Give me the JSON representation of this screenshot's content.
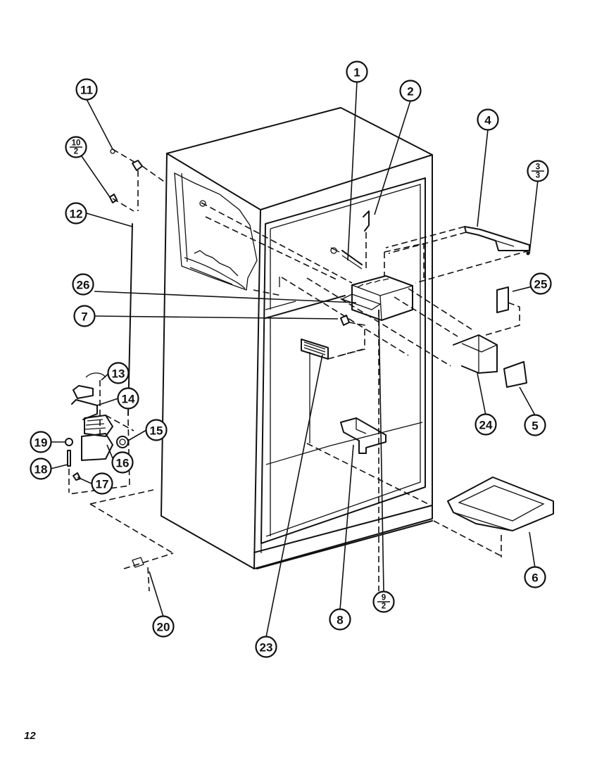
{
  "page_number": "12",
  "callouts": [
    {
      "id": "c1",
      "label": "1"
    },
    {
      "id": "c2",
      "label": "2"
    },
    {
      "id": "c3",
      "label": "3",
      "denominator": "3"
    },
    {
      "id": "c4",
      "label": "4"
    },
    {
      "id": "c5",
      "label": "5"
    },
    {
      "id": "c6",
      "label": "6"
    },
    {
      "id": "c7",
      "label": "7"
    },
    {
      "id": "c8",
      "label": "8"
    },
    {
      "id": "c9",
      "label": "9",
      "denominator": "2"
    },
    {
      "id": "c10",
      "label": "10",
      "denominator": "2"
    },
    {
      "id": "c11",
      "label": "11"
    },
    {
      "id": "c12",
      "label": "12"
    },
    {
      "id": "c13",
      "label": "13"
    },
    {
      "id": "c14",
      "label": "14"
    },
    {
      "id": "c15",
      "label": "15"
    },
    {
      "id": "c16",
      "label": "16"
    },
    {
      "id": "c17",
      "label": "17"
    },
    {
      "id": "c18",
      "label": "18"
    },
    {
      "id": "c19",
      "label": "19"
    },
    {
      "id": "c20",
      "label": "20"
    },
    {
      "id": "c23",
      "label": "23"
    },
    {
      "id": "c24",
      "label": "24"
    },
    {
      "id": "c25",
      "label": "25"
    },
    {
      "id": "c26",
      "label": "26"
    }
  ]
}
